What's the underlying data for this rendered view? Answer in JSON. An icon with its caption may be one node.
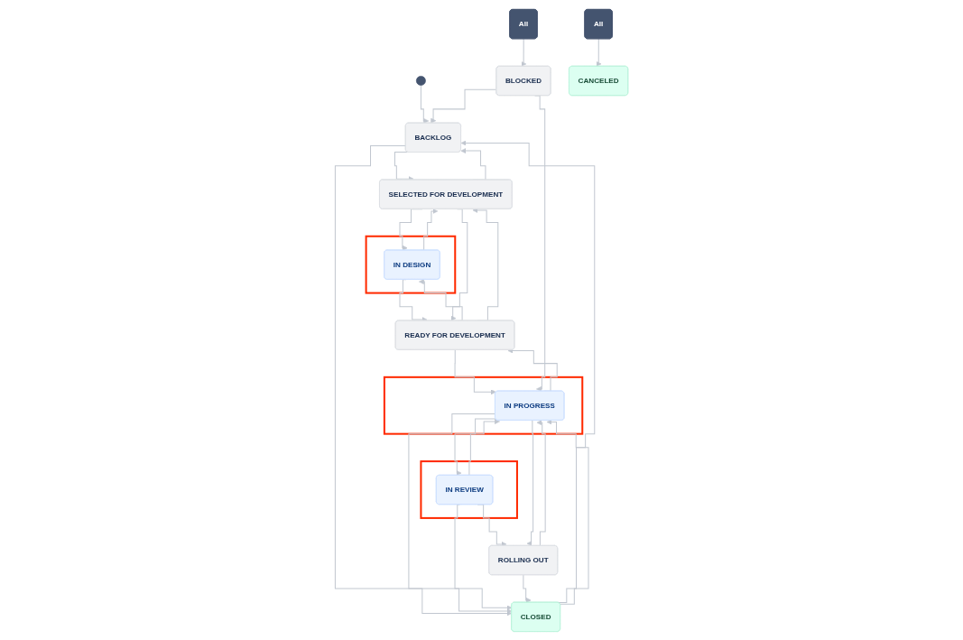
{
  "diagram": {
    "nodes": [
      {
        "text": [],
        "shape": "circle"
      },
      {
        "text": [
          "SELECTED FOR DEVELOPMENT"
        ]
      },
      {
        "text": [],
        "shape": "box"
      },
      {
        "text": [
          "IN DESIGN"
        ],
        "in": 2
      },
      {
        "text": [
          "BACKLOG"
        ]
      },
      {
        "text": [
          "READY FOR DEVELOPMENT"
        ]
      },
      {
        "text": [
          "BLOCKED"
        ]
      },
      {
        "text": [
          "All"
        ]
      },
      {
        "text": [],
        "shape": "box"
      },
      {
        "text": [
          "IN PROGRESS"
        ],
        "in": 8
      },
      {
        "text": [],
        "shape": "box"
      },
      {
        "text": [
          "IN REVIEW"
        ],
        "in": 10
      },
      {
        "text": [
          "ROLLING OUT"
        ]
      },
      {
        "text": [
          "CANCELED"
        ]
      },
      {
        "text": [
          "All"
        ]
      },
      {
        "text": [
          "CLOSED"
        ]
      }
    ],
    "edges": [
      {
        "from": 0,
        "to": 4,
        "arrow": "to"
      },
      {
        "from": 1,
        "to": 4,
        "arrow": "to"
      },
      {
        "from": 4,
        "to": 1,
        "arrow": "to"
      },
      {
        "from": 1,
        "to": 3,
        "arrow": "to"
      },
      {
        "from": 3,
        "to": 1,
        "arrow": "to"
      },
      {
        "from": 3,
        "to": 5,
        "arrow": "to"
      },
      {
        "from": 5,
        "to": 3,
        "arrow": "to"
      },
      {
        "from": 1,
        "to": 5,
        "arrow": "to"
      },
      {
        "from": 5,
        "to": 1,
        "arrow": "to"
      },
      {
        "from": 5,
        "to": 9,
        "arrow": "to"
      },
      {
        "from": 9,
        "to": 5,
        "arrow": "to"
      },
      {
        "from": 7,
        "to": 6,
        "arrow": "to"
      },
      {
        "from": 6,
        "to": 9,
        "arrow": "to"
      },
      {
        "from": 6,
        "to": 4,
        "arrow": "to"
      },
      {
        "from": 4,
        "to": 15,
        "arrow": "to"
      },
      {
        "from": 15,
        "to": 4,
        "arrow": "to"
      },
      {
        "from": 15,
        "to": 9,
        "arrow": "to"
      },
      {
        "from": 9,
        "to": 15,
        "arrow": "to"
      },
      {
        "from": 9,
        "to": 11,
        "arrow": "to"
      },
      {
        "from": 11,
        "to": 9,
        "arrow": "to"
      },
      {
        "from": 11,
        "to": 15,
        "arrow": "to"
      },
      {
        "from": 11,
        "to": 12,
        "arrow": "to"
      },
      {
        "from": 9,
        "to": 12,
        "arrow": "to"
      },
      {
        "from": 12,
        "to": 9,
        "arrow": "to"
      },
      {
        "from": 12,
        "to": 15,
        "arrow": "to"
      },
      {
        "from": 14,
        "to": 13,
        "arrow": "to"
      }
    ]
  }
}
